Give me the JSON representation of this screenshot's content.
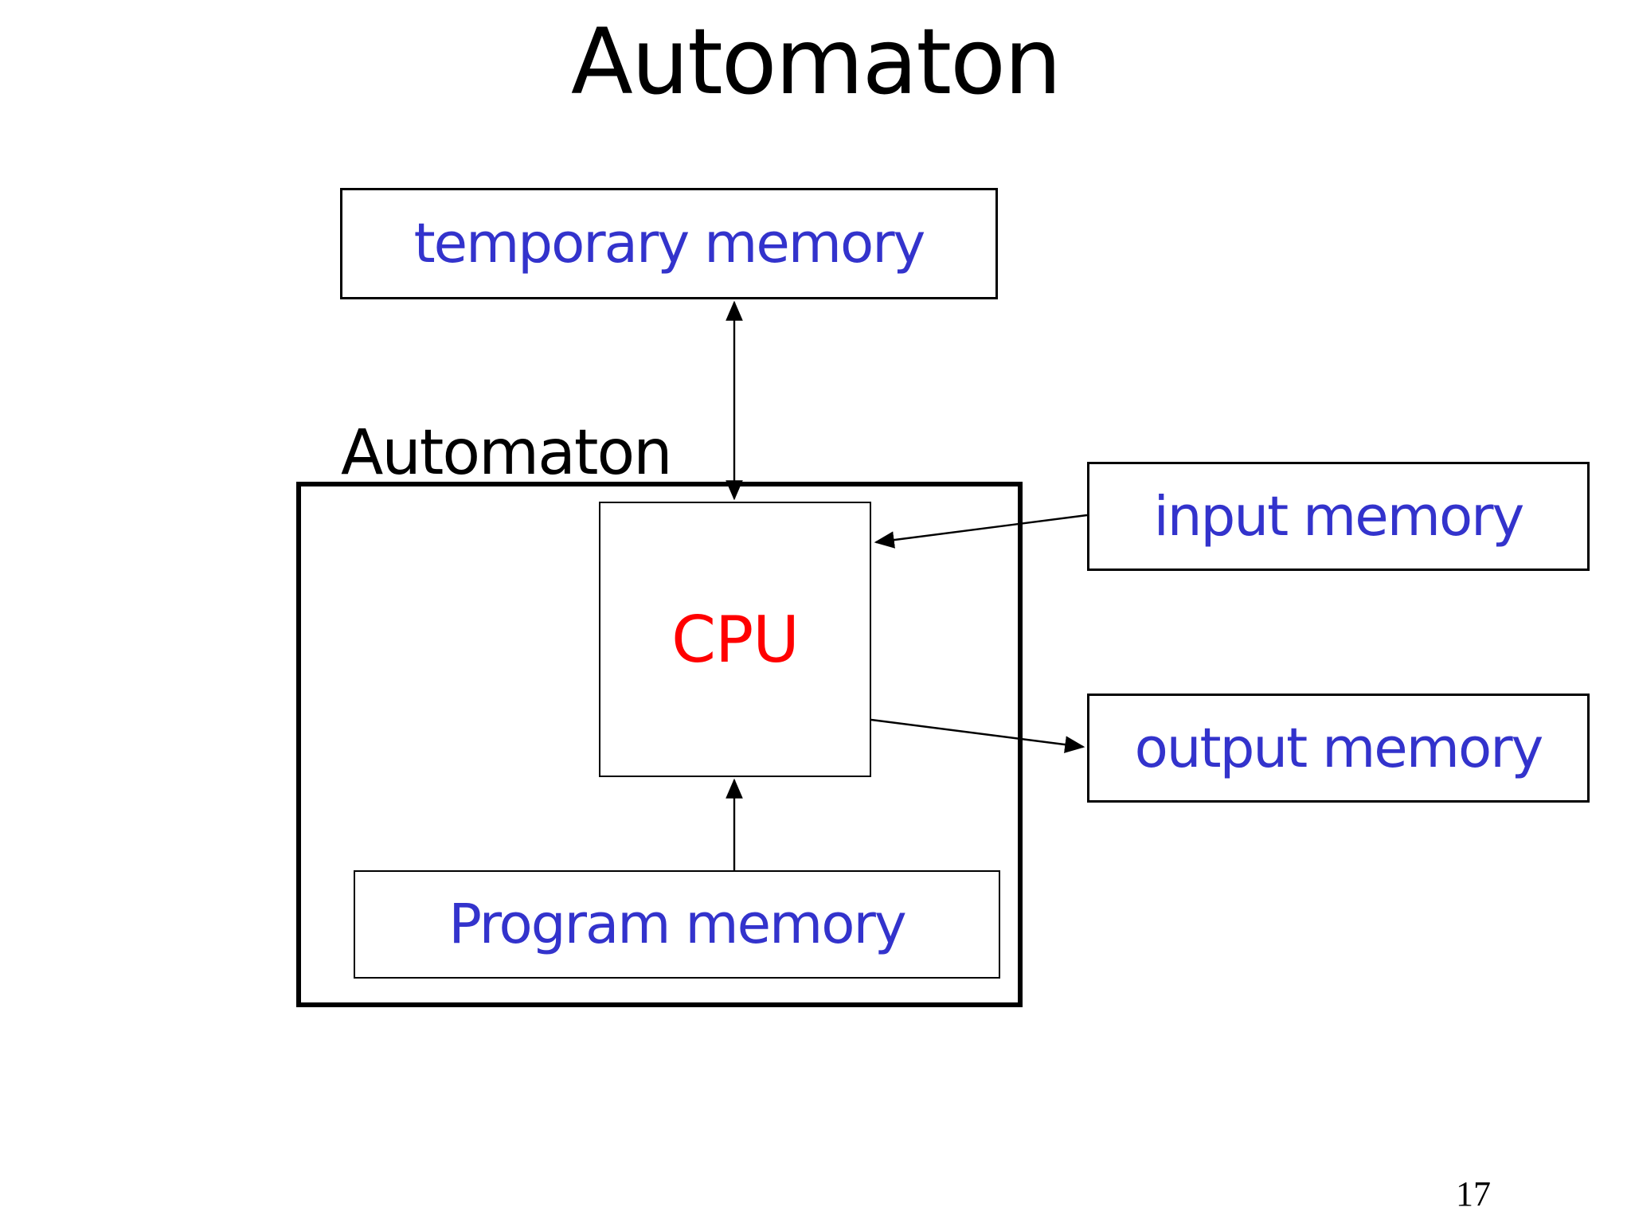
{
  "slide": {
    "title": "Automaton",
    "page_number": "17"
  },
  "diagram": {
    "container_label": "Automaton",
    "boxes": [
      {
        "id": "temporary_memory",
        "label": "temporary memory"
      },
      {
        "id": "cpu",
        "label": "CPU"
      },
      {
        "id": "program_memory",
        "label": "Program memory"
      },
      {
        "id": "input_memory",
        "label": "input memory"
      },
      {
        "id": "output_memory",
        "label": "output memory"
      }
    ],
    "connections": [
      {
        "from": "temporary_memory",
        "to": "cpu",
        "direction": "bidirectional"
      },
      {
        "from": "input_memory",
        "to": "cpu",
        "direction": "one-way"
      },
      {
        "from": "cpu",
        "to": "output_memory",
        "direction": "one-way"
      },
      {
        "from": "program_memory",
        "to": "cpu",
        "direction": "one-way"
      }
    ]
  },
  "colors": {
    "memory_label": "#3333cc",
    "cpu_label": "#ff0000",
    "line": "#000000",
    "background": "#ffffff",
    "title": "#000000"
  }
}
